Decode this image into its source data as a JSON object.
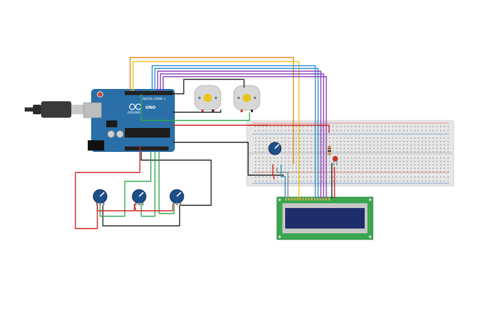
{
  "board": {
    "name": "UNO",
    "digital_label": "DIGITAL (PWM~)",
    "brand": "ARDUINO",
    "colors": {
      "board": "#2a6fa8",
      "header": "#222222",
      "chip": "#1d1d1d"
    }
  },
  "wire_colors": {
    "orange": "#e5881d",
    "yellow": "#e8c51b",
    "blue": "#2a8fd0",
    "purple": "#8a3fb8",
    "red": "#d31f1f",
    "black": "#222222",
    "green": "#2ea84a",
    "gray": "#8a8a8a"
  },
  "components": {
    "motors": 2,
    "potentiometers": 4,
    "lcd": {
      "rows": 2,
      "cols": 16,
      "colors": {
        "pcb": "#3aa64f",
        "screen": "#1f2e6b"
      }
    },
    "breadboard": {
      "colors": {
        "body": "#e6e6e6",
        "rail_red": "#d33",
        "rail_blue": "#35c"
      }
    },
    "led": {
      "color": "#c0392b"
    },
    "resistor": {
      "color": "#c9a06a"
    }
  }
}
